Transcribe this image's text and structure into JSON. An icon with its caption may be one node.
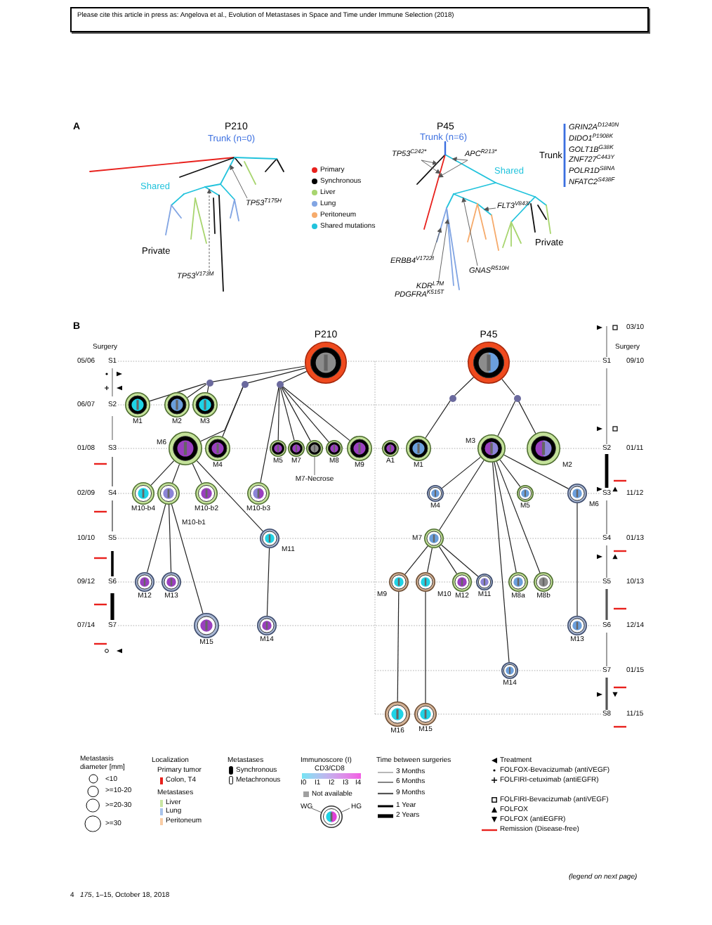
{
  "diagram": {
    "nodes": [
      {
        "text": [
          "TP53$^{T175H}$"
        ]
      },
      {
        "text": [
          "TP53$^{V173M}$"
        ]
      },
      {
        "text": [
          "TP53$^{C242*}$"
        ]
      },
      {
        "text": [
          "APC$^{R213*}$"
        ]
      },
      {
        "text": [
          "FLT3$^{V843I}$"
        ]
      },
      {
        "text": [
          "ERBB4$^{V1722I}$"
        ]
      },
      {
        "text": [
          "GNAS$^{R510H}$"
        ]
      },
      {
        "text": [
          "KDR$^{L7M}$",
          "PDGFRA$^{K515T}$"
        ]
      },
      {
        "text": [
          "P210"
        ]
      },
      {
        "text": [
          "P45"
        ]
      },
      {
        "text": [],
        "shape": "circle"
      },
      {
        "text": [],
        "shape": "circle"
      },
      {
        "text": [],
        "shape": "circle"
      },
      {
        "text": [],
        "shape": "circle"
      },
      {
        "text": [],
        "shape": "circle"
      },
      {
        "text": [
          "M1"
        ]
      },
      {
        "text": [
          "M2"
        ]
      },
      {
        "text": [
          "M3"
        ]
      },
      {
        "text": [
          "M6"
        ]
      },
      {
        "text": [
          "M4"
        ]
      },
      {
        "text": [
          "M5"
        ]
      },
      {
        "text": [
          "M7"
        ]
      },
      {
        "text": [],
        "shape": "circle"
      },
      {
        "text": [
          "M8"
        ]
      },
      {
        "text": [
          "M9"
        ]
      },
      {
        "text": [
          "A1"
        ]
      },
      {
        "text": [
          "M1"
        ]
      },
      {
        "text": [
          "M3"
        ]
      },
      {
        "text": [
          "M2"
        ]
      },
      {
        "text": [
          "M10-b4"
        ]
      },
      {
        "text": [
          "M10-b1"
        ]
      },
      {
        "text": [
          "M10-b2"
        ]
      },
      {
        "text": [
          "M10-b3"
        ]
      },
      {
        "text": [
          "M4"
        ]
      },
      {
        "text": [
          "M5"
        ]
      },
      {
        "text": [
          "M6"
        ]
      },
      {
        "text": [
          "M11"
        ]
      },
      {
        "text": [
          "M7"
        ]
      },
      {
        "text": [
          "M12"
        ]
      },
      {
        "text": [
          "M13"
        ]
      },
      {
        "text": [
          "M9"
        ]
      },
      {
        "text": [
          "M10"
        ]
      },
      {
        "text": [
          "M12"
        ]
      },
      {
        "text": [
          "M11"
        ]
      },
      {
        "text": [
          "M8a"
        ]
      },
      {
        "text": [
          "M8b"
        ]
      },
      {
        "text": [
          "M15"
        ]
      },
      {
        "text": [
          "M14"
        ]
      },
      {
        "text": [
          "M13"
        ]
      },
      {
        "text": [
          "M14"
        ]
      },
      {
        "text": [
          "M16"
        ]
      },
      {
        "text": [
          "M15"
        ]
      },
      {
        "text": [
          "WG"
        ]
      },
      {
        "text": [
          "HG"
        ]
      },
      {
        "text": [],
        "shape": "circle"
      },
      {
        "text": [
          "M7-Necrose"
        ]
      },
      {
        "text": [],
        "shape": "line"
      },
      {
        "text": [],
        "shape": "line"
      },
      {
        "text": [],
        "shape": "line"
      },
      {
        "text": [],
        "shape": "line"
      },
      {
        "text": [],
        "shape": "line"
      },
      {
        "text": [],
        "shape": "line"
      },
      {
        "text": [],
        "shape": "line"
      },
      {
        "text": [],
        "shape": "line"
      },
      {
        "text": [],
        "shape": "line"
      }
    ],
    "edges": [
      {
        "from": 0,
        "to": 56,
        "arrow": "to"
      },
      {
        "from": 1,
        "to": 57,
        "arrow": "to",
        "style": "dashed"
      },
      {
        "from": 2,
        "to": 58,
        "arrow": "to"
      },
      {
        "from": 2,
        "to": 59,
        "arrow": "to"
      },
      {
        "from": 3,
        "to": 60,
        "arrow": "to"
      },
      {
        "from": 3,
        "to": 59,
        "arrow": "to"
      },
      {
        "from": 4,
        "to": 61,
        "arrow": "to"
      },
      {
        "from": 5,
        "to": 62,
        "arrow": "to"
      },
      {
        "from": 6,
        "to": 63,
        "arrow": "to"
      },
      {
        "from": 7,
        "to": 64,
        "arrow": "to"
      },
      {
        "from": 8,
        "to": 10,
        "arrow": "none"
      },
      {
        "from": 8,
        "to": 11,
        "arrow": "none"
      },
      {
        "from": 8,
        "to": 12,
        "arrow": "none"
      },
      {
        "from": 10,
        "to": 15,
        "arrow": "none"
      },
      {
        "from": 10,
        "to": 16,
        "arrow": "none"
      },
      {
        "from": 10,
        "to": 17,
        "arrow": "none"
      },
      {
        "from": 11,
        "to": 18,
        "arrow": "none"
      },
      {
        "from": 11,
        "to": 19,
        "arrow": "none"
      },
      {
        "from": 12,
        "to": 32,
        "arrow": "none"
      },
      {
        "from": 12,
        "to": 20,
        "arrow": "none"
      },
      {
        "from": 12,
        "to": 21,
        "arrow": "none"
      },
      {
        "from": 12,
        "to": 22,
        "arrow": "none"
      },
      {
        "from": 12,
        "to": 23,
        "arrow": "none"
      },
      {
        "from": 12,
        "to": 24,
        "arrow": "none"
      },
      {
        "from": 18,
        "to": 29,
        "arrow": "none"
      },
      {
        "from": 18,
        "to": 30,
        "arrow": "none"
      },
      {
        "from": 18,
        "to": 31,
        "arrow": "none"
      },
      {
        "from": 18,
        "to": 36,
        "arrow": "none"
      },
      {
        "from": 30,
        "to": 38,
        "arrow": "none"
      },
      {
        "from": 30,
        "to": 39,
        "arrow": "none"
      },
      {
        "from": 30,
        "to": 46,
        "arrow": "none"
      },
      {
        "from": 36,
        "to": 47,
        "arrow": "none"
      },
      {
        "from": 9,
        "to": 13,
        "arrow": "none"
      },
      {
        "from": 9,
        "to": 14,
        "arrow": "none"
      },
      {
        "from": 13,
        "to": 26,
        "arrow": "none"
      },
      {
        "from": 14,
        "to": 27,
        "arrow": "none"
      },
      {
        "from": 14,
        "to": 28,
        "arrow": "none"
      },
      {
        "from": 27,
        "to": 33,
        "arrow": "none"
      },
      {
        "from": 27,
        "to": 37,
        "arrow": "none"
      },
      {
        "from": 27,
        "to": 34,
        "arrow": "none"
      },
      {
        "from": 27,
        "to": 35,
        "arrow": "none"
      },
      {
        "from": 27,
        "to": 44,
        "arrow": "none"
      },
      {
        "from": 27,
        "to": 45,
        "arrow": "none"
      },
      {
        "from": 27,
        "to": 49,
        "arrow": "none"
      },
      {
        "from": 35,
        "to": 48,
        "arrow": "none"
      },
      {
        "from": 37,
        "to": 40,
        "arrow": "none"
      },
      {
        "from": 37,
        "to": 41,
        "arrow": "none"
      },
      {
        "from": 37,
        "to": 42,
        "arrow": "none"
      },
      {
        "from": 37,
        "to": 43,
        "arrow": "none"
      },
      {
        "from": 40,
        "to": 50,
        "arrow": "none"
      },
      {
        "from": 41,
        "to": 51,
        "arrow": "none"
      },
      {
        "from": 52,
        "to": 54,
        "arrow": "none"
      },
      {
        "from": 53,
        "to": 54,
        "arrow": "none"
      },
      {
        "from": 55,
        "to": 22,
        "arrow": "none"
      }
    ],
    "labels": [
      "Please cite this article in press as: Angelova et al., Evolution of Metastases in Space and Time under Immune Selection (2018)",
      "A",
      "P210",
      "Trunk (n=0)",
      "P45",
      "Trunk (n=6)",
      "Trunk",
      "GRIN2A$^{D1240N}$",
      "DIDO1$^{P1908K}$",
      "GOLT1B$^{G38K}$",
      "ZNF727$^{C443Y}$",
      "POLR1D$^{S8NA}$",
      "NFATC2$^{S438F}$",
      "Shared",
      "Shared",
      "Private",
      "Private",
      "B",
      "03/10",
      "Surgery",
      "Surgery",
      "05/06",
      "S1",
      "S1",
      "09/10",
      "06/07",
      "S2",
      "01/08",
      "S3",
      "S2",
      "01/11",
      "02/09",
      "S4",
      "S3",
      "11/12",
      "10/10",
      "S5",
      "S4",
      "01/13",
      "09/12",
      "S6",
      "S5",
      "10/13",
      "07/14",
      "S7",
      "S6",
      "12/14",
      "S7",
      "01/15",
      "S8",
      "11/15",
      "Metastasis diameter [mm]",
      "Localization",
      "Metastases",
      "Immunoscore (I)",
      "Time between surgeries",
      "Primary tumor",
      "CD3/CD8",
      "I0",
      "I1",
      "I2",
      "I3",
      "I4",
      "Metastases",
      "(legend on next page)",
      "4",
      "*175*, 1–15, October 18, 2018"
    ],
    "legend": [
      {
        "text": "Primary",
        "color": "#e8211d"
      },
      {
        "text": "Synchronous",
        "color": "#000000"
      },
      {
        "text": "Liver",
        "color": "#a8d56f"
      },
      {
        "text": "Lung",
        "color": "#82a5e3"
      },
      {
        "text": "Peritoneum",
        "color": "#f6ab6c"
      },
      {
        "text": "Shared mutations",
        "color": "#22c3dc"
      },
      {
        "text": "<10"
      },
      {
        "text": ">=10-20"
      },
      {
        "text": ">=20-30"
      },
      {
        "text": ">=30"
      },
      {
        "text": "Colon, T4",
        "color": "#e8211d"
      },
      {
        "text": "Liver",
        "color": "#c9e6a3"
      },
      {
        "text": "Lung",
        "color": "#a9c4ec"
      },
      {
        "text": "Peritoneum",
        "color": "#f9cda5"
      },
      {
        "text": "Synchronous"
      },
      {
        "text": "Metachronous"
      },
      {
        "text": "Not available",
        "color": "#a0a0a0"
      },
      {
        "text": "3 Months"
      },
      {
        "text": "6 Months"
      },
      {
        "text": "9 Months"
      },
      {
        "text": "1 Year"
      },
      {
        "text": "2 Years"
      },
      {
        "text": "Treatment"
      },
      {
        "text": "FOLFOX-Bevacizumab (antiVEGF)"
      },
      {
        "text": "FOLFIRI-cetuximab (antiEGFR)"
      },
      {
        "text": "FOLFIRI-Bevacizumab (antiVEGF)"
      },
      {
        "text": "FOLFOX"
      },
      {
        "text": "FOLFOX (antiEGFR)"
      },
      {
        "text": "Remission (Disease-free)"
      }
    ]
  }
}
